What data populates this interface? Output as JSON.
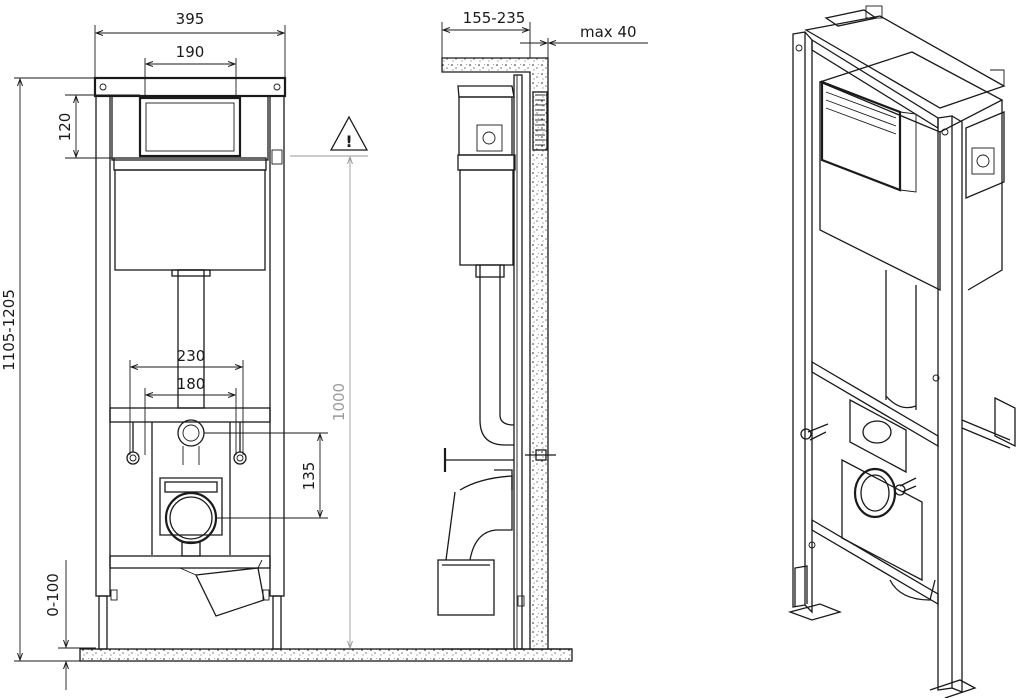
{
  "dimensions": {
    "frame_width": "395",
    "flush_plate_width": "190",
    "flush_plate_height": "120",
    "overall_height": "1105-1205",
    "pipe_spacing_outer": "230",
    "pipe_spacing_inner": "180",
    "outlet_height": "135",
    "foot_adjust": "0-100",
    "reference_height": "1000",
    "wall_depth": "155-235",
    "wall_max": "max 40"
  },
  "symbols": {
    "warning": "!"
  },
  "colors": {
    "line": "#1a1a1a",
    "reference": "#9a9a9a",
    "background": "#ffffff"
  }
}
